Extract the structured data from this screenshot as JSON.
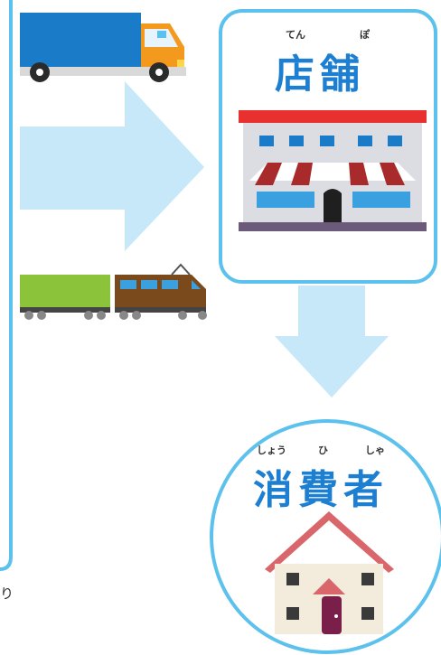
{
  "store": {
    "label": "店舗",
    "ruby": [
      "てん",
      "ぽ"
    ]
  },
  "consumer": {
    "label": "消費者",
    "ruby": [
      "しょう",
      "ひ",
      "しゃ"
    ]
  },
  "stray_text": "り",
  "colors": {
    "frame_blue": "#5cc1ec",
    "arrow_fill": "#c7e8f8",
    "label_blue": "#1d7fd1"
  }
}
